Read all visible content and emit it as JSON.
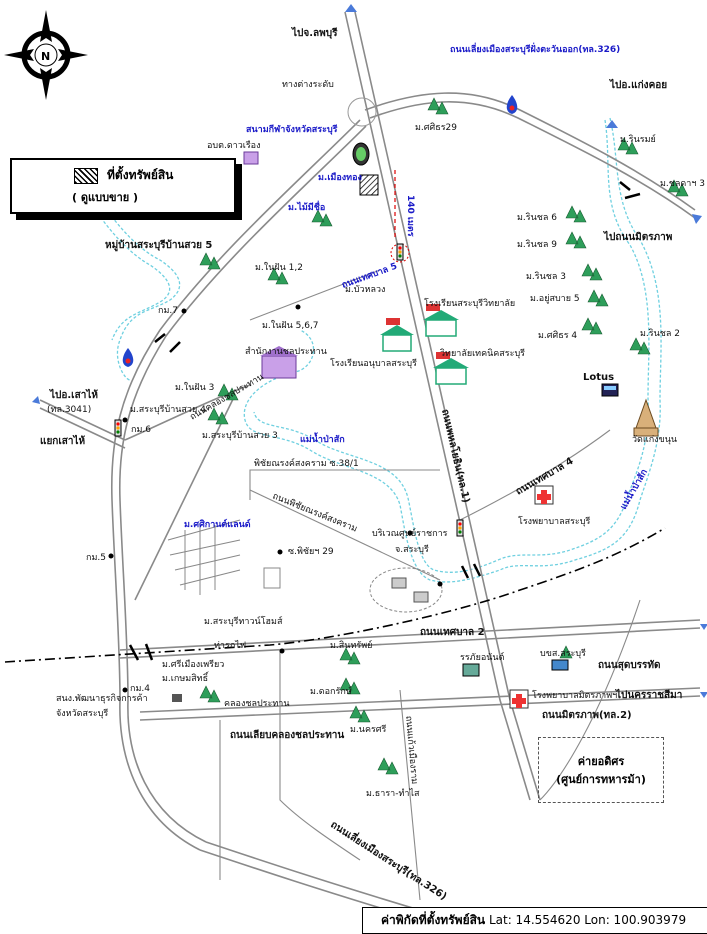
{
  "legend": {
    "title": "ที่ตั้งทรัพย์สิน",
    "subtitle": "( ดูแบบขาย )"
  },
  "coordinates": {
    "label": "ค่าพิกัดที่ตั้งทรัพย์สิน",
    "lat": "Lat: 14.554620",
    "lon": "Lon: 100.903979"
  },
  "compass": {
    "north": "N"
  },
  "camp": {
    "line1": "ค่ายอดิศร",
    "line2": "(ศูนย์การทหารม้า)"
  },
  "labels": {
    "to_lopburi": "ไปจ.ลพบุรี",
    "bypass_east": "ถนนเลี่ยงเมืองสระบุรีฝั่งตะวันออก(ทล.326)",
    "interchange": "ทางต่างระดับ",
    "to_kaengkhoi": "ไปอ.แก่งคอย",
    "stadium": "สนามกีฬาจังหวัดสระบุรี",
    "tambon_office": "อบต.ดาวเรือง",
    "m_sakkrit29": "ม.ศศิธร29",
    "m_muangthong": "ม.เมืองทอง",
    "m_rinrom": "ม.รินรมย์",
    "m_chonlada3": "ม.ชลดาฯ 3",
    "dist_140m": "140 เมตร",
    "m_maimisue": "ม.ไม้มีชื่อ",
    "to_mittraphap": "ไปถนนมิตรภาพ",
    "m_rinchon6": "ม.รินชล 6",
    "m_rinchon9": "ม.รินชล 9",
    "m_rinchon3": "ม.รินชล 3",
    "m_yusabai5": "ม.อยู่สบาย 5",
    "m_sasithorn4": "ม.ศศิธร 4",
    "m_rinchon2": "ม.รินชล 2",
    "saraburi_banswai5": "หมู่บ้านสระบุรีบ้านสวย 5",
    "m_naifan12": "ม.ในฝัน 1,2",
    "tetsaban5": "ถนนเทศบาล 5",
    "m_buahlaung": "ม.บัวหลวง",
    "km7": "กม.7",
    "m_naifan567": "ม.ในฝัน 5,6,7",
    "school_saraburiwit": "โรงเรียนสระบุรีวิทยาลัย",
    "school_anuban": "โรงเรียนอนุบาลสระบุรี",
    "govt_office": "สำนักงานชลประทาน",
    "tech_college": "วิทยาลัยเทคนิคสระบุรี",
    "lotus": "Lotus",
    "m_naifan3": "ม.ในฝัน 3",
    "to_saohai": "ไปอ.เสาไห้",
    "hwy3041": "(ทล.3041)",
    "m_saraburi_banswai4": "ม.สระบุรีบ้านสวย 4",
    "km6": "กม.6",
    "canal_road": "ถนนคลองชลประทาน",
    "m_saraburi_banswai3": "ม.สระบุรีบ้านสวย 3",
    "phahonyothin": "ถนนพหลโยธิน(ทล.1)",
    "pasak_river": "แม่น้ำป่าสัก",
    "wat": "วัดแก่งขนุน",
    "saohai_junction": "แยกเสาไห้",
    "phichai_soi": "พิชัยณรงค์สงคราม ซ.38/1",
    "tetsaban4": "ถนนเทศบาล 4",
    "m_sakkarin": "ม.ศศิกานต์แลนด์",
    "phichai_road": "ถนนพิชัยณรงค์สงคราม",
    "hospital": "โรงพยาบาลสระบุรี",
    "pasak_river2": "แม่น้ำป่าสัก",
    "city_hall_area": "บริเวณศูนย์ราชการ",
    "city_hall_area2": "จ.สระบุรี",
    "km5": "กม.5",
    "soi_phichai29": "ซ.พิชัยฯ 29",
    "m_saraburi_town": "ม.สระบุรีทาวน์โฮมส์",
    "tetsaban2": "ถนนเทศบาล 2",
    "train_station": "ท่ารถไฟ",
    "m_sinsap": "ม.สินทรัพย์",
    "m_srimuangphrao": "ม.ศรีเมืองเพรียว",
    "m_kasemsit": "ม.เกษมสิทธิ์",
    "kcmall": "รรภัยอนันต์",
    "bochoso": "บขส.สระบุรี",
    "sutbanthat": "ถนนสุดบรรทัด",
    "km4": "กม.4",
    "chamber": "สนง.พัฒนาธุรกิจการค้า",
    "chamber2": "จังหวัดสระบุรี",
    "m_duangkamon": "ม.ดอกรักษ์",
    "canal_bypass": "คลองชลประทาน",
    "mittraphap_hosp": "โรงพยาบาลมิตรภาพฯ",
    "to_korat": "ไปนครราชสีมา",
    "bypass_canal_road": "ถนนเลียบคลองชลประทาน",
    "mittraphap_road": "ถนนมิตรภาพ(ทล.2)",
    "m_nakhonsri": "ม.นครศรี",
    "m_tara": "ม.ธารา-ทำไส",
    "kaew_road": "ถนนแก้วเมืองราม",
    "bypass_326": "ถนนเลี่ยงเมืองสระบุรี(ทล.326)"
  }
}
